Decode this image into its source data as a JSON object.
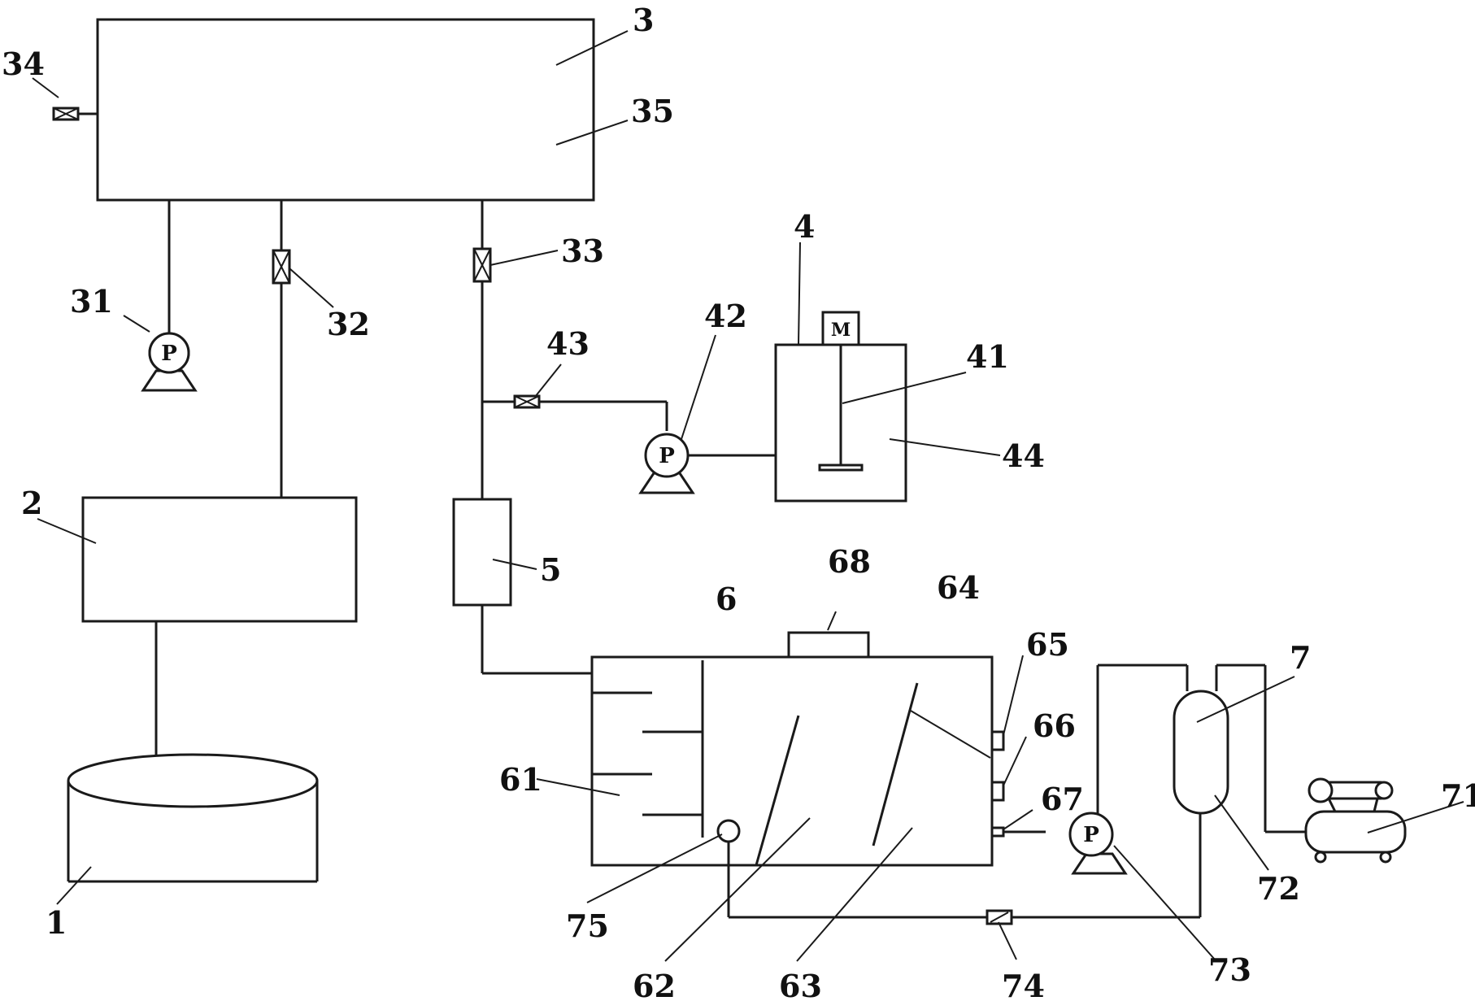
{
  "labels": {
    "l1": "1",
    "l2": "2",
    "l3": "3",
    "l4": "4",
    "l5": "5",
    "l6": "6",
    "l7": "7",
    "l31": "31",
    "l32": "32",
    "l33": "33",
    "l34": "34",
    "l35": "35",
    "l41": "41",
    "l42": "42",
    "l43": "43",
    "l44": "44",
    "l61": "61",
    "l62": "62",
    "l63": "63",
    "l64": "64",
    "l65": "65",
    "l66": "66",
    "l67": "67",
    "l68": "68",
    "l71": "71",
    "l72": "72",
    "l73": "73",
    "l74": "74",
    "l75": "75"
  },
  "symbols": {
    "pump_letter": "P",
    "motor_letter": "M"
  },
  "colors": {
    "line": "#1a1a1a",
    "background": "#ffffff"
  }
}
